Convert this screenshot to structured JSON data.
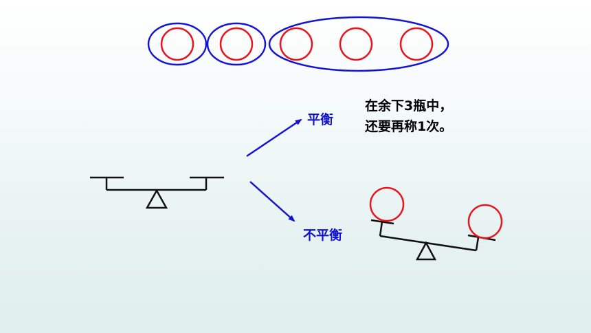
{
  "branches": {
    "balanced_label": "平衡",
    "unbalanced_label": "不平衡"
  },
  "note": {
    "line1": "在余下3瓶中，",
    "line2": "还要再称1次。"
  },
  "groups": {
    "bottle_groups": [
      1,
      1,
      3
    ]
  },
  "colors": {
    "bottle": "#e8141e",
    "group_outline": "#1414d2",
    "arrow": "#1414d2",
    "scale": "#111111",
    "label_text": "#1010d0",
    "note_text": "#000000"
  }
}
